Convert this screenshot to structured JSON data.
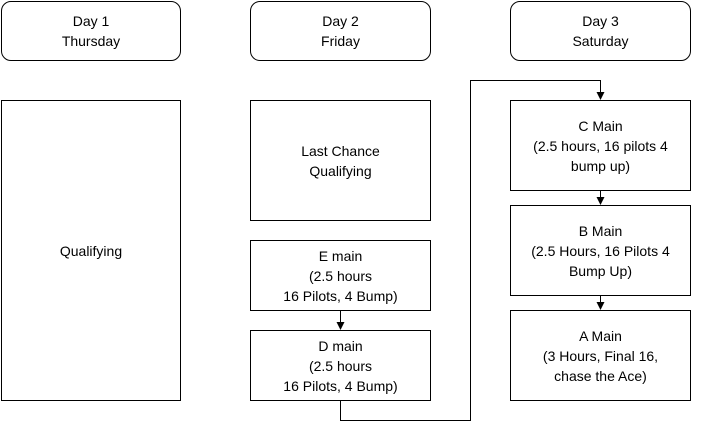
{
  "days": [
    {
      "label": "Day 1\nThursday"
    },
    {
      "label": "Day 2\nFriday"
    },
    {
      "label": "Day 3\nSaturday"
    }
  ],
  "day1": {
    "qualifying": "Qualifying"
  },
  "day2": {
    "lcq": "Last Chance\nQualifying",
    "e_main": "E main\n(2.5 hours\n16 Pilots, 4 Bump)",
    "d_main": "D main\n(2.5 hours\n16 Pilots, 4 Bump)"
  },
  "day3": {
    "c_main": "C Main\n(2.5 hours, 16 pilots 4\nbump up)",
    "b_main": "B Main\n(2.5 Hours, 16 Pilots 4\nBump Up)",
    "a_main": "A Main\n(3 Hours, Final 16,\nchase the Ace)"
  }
}
